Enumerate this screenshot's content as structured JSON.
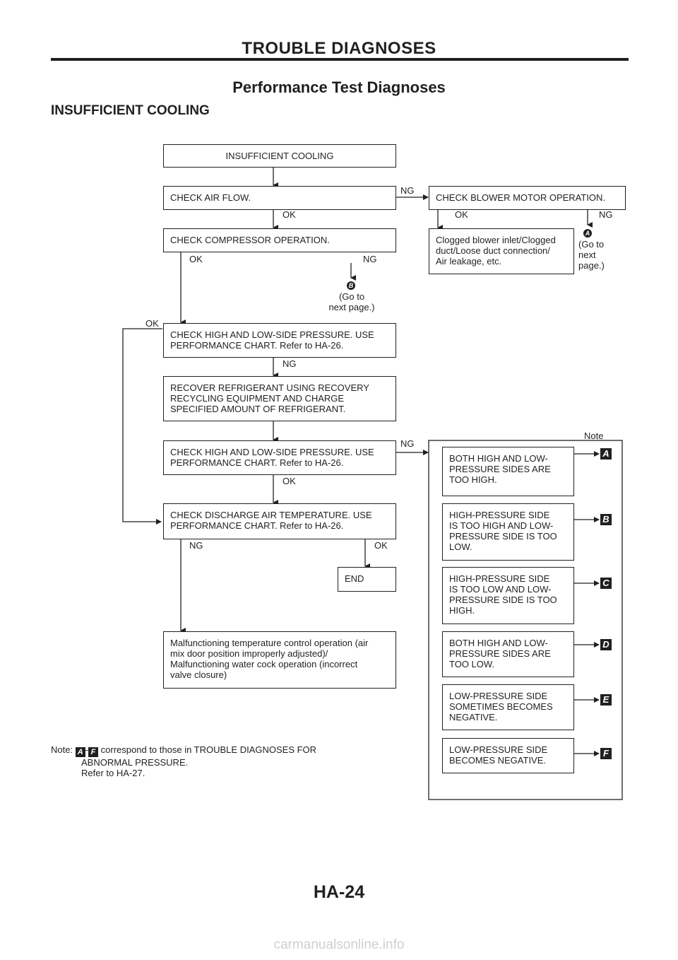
{
  "header": {
    "section": "TROUBLE DIAGNOSES",
    "page_title": "Performance Test Diagnoses",
    "subtitle": "INSUFFICIENT COOLING"
  },
  "boxes": {
    "insufficient_cooling": "INSUFFICIENT COOLING",
    "check_air_flow": "CHECK AIR FLOW.",
    "check_blower": "CHECK BLOWER MOTOR OPERATION.",
    "check_compressor": "CHECK COMPRESSOR OPERATION.",
    "clogged": "Clogged blower inlet/Clogged\nduct/Loose duct connection/\nAir leakage, etc.",
    "check_pressure_1": "CHECK HIGH AND LOW-SIDE PRESSURE. USE\nPERFORMANCE CHART. Refer to HA-26.",
    "recover": "RECOVER REFRIGERANT USING RECOVERY\nRECYCLING EQUIPMENT AND CHARGE\nSPECIFIED AMOUNT OF REFRIGERANT.",
    "check_pressure_2": "CHECK HIGH AND LOW-SIDE PRESSURE. USE\nPERFORMANCE CHART. Refer to HA-26.",
    "check_discharge": "CHECK DISCHARGE AIR TEMPERATURE. USE\nPERFORMANCE CHART. Refer to HA-26.",
    "end": "END",
    "malfunction": "Malfunctioning temperature control operation (air\nmix door position improperly adjusted)/\nMalfunctioning water cock operation (incorrect\nvalve closure)"
  },
  "labels": {
    "ok": "OK",
    "ng": "NG",
    "goto_a": "(Go to\nnext\npage.)",
    "goto_b": "(Go to\nnext page.)",
    "note": "Note"
  },
  "tags": {
    "a": "A",
    "b": "B",
    "c": "C",
    "d": "D",
    "e": "E",
    "f": "F",
    "dash": "-"
  },
  "note_boxes": [
    {
      "text": "BOTH HIGH AND LOW-\nPRESSURE SIDES ARE\nTOO HIGH.",
      "tag": "A"
    },
    {
      "text": "HIGH-PRESSURE SIDE\nIS TOO HIGH AND LOW-\nPRESSURE SIDE IS TOO\nLOW.",
      "tag": "B"
    },
    {
      "text": "HIGH-PRESSURE SIDE\nIS TOO LOW AND LOW-\nPRESSURE SIDE IS TOO\nHIGH.",
      "tag": "C"
    },
    {
      "text": "BOTH HIGH AND LOW-\nPRESSURE SIDES ARE\nTOO LOW.",
      "tag": "D"
    },
    {
      "text": "LOW-PRESSURE SIDE\nSOMETIMES BECOMES\nNEGATIVE.",
      "tag": "E"
    },
    {
      "text": "LOW-PRESSURE SIDE\nBECOMES NEGATIVE.",
      "tag": "F"
    }
  ],
  "note": {
    "prefix": "Note:",
    "line1": "correspond to those in TROUBLE DIAGNOSES FOR",
    "line2": "ABNORMAL PRESSURE.",
    "line3": "Refer to HA-27."
  },
  "footer": {
    "page_number": "HA-24",
    "site": "carmanualsonline.info"
  }
}
